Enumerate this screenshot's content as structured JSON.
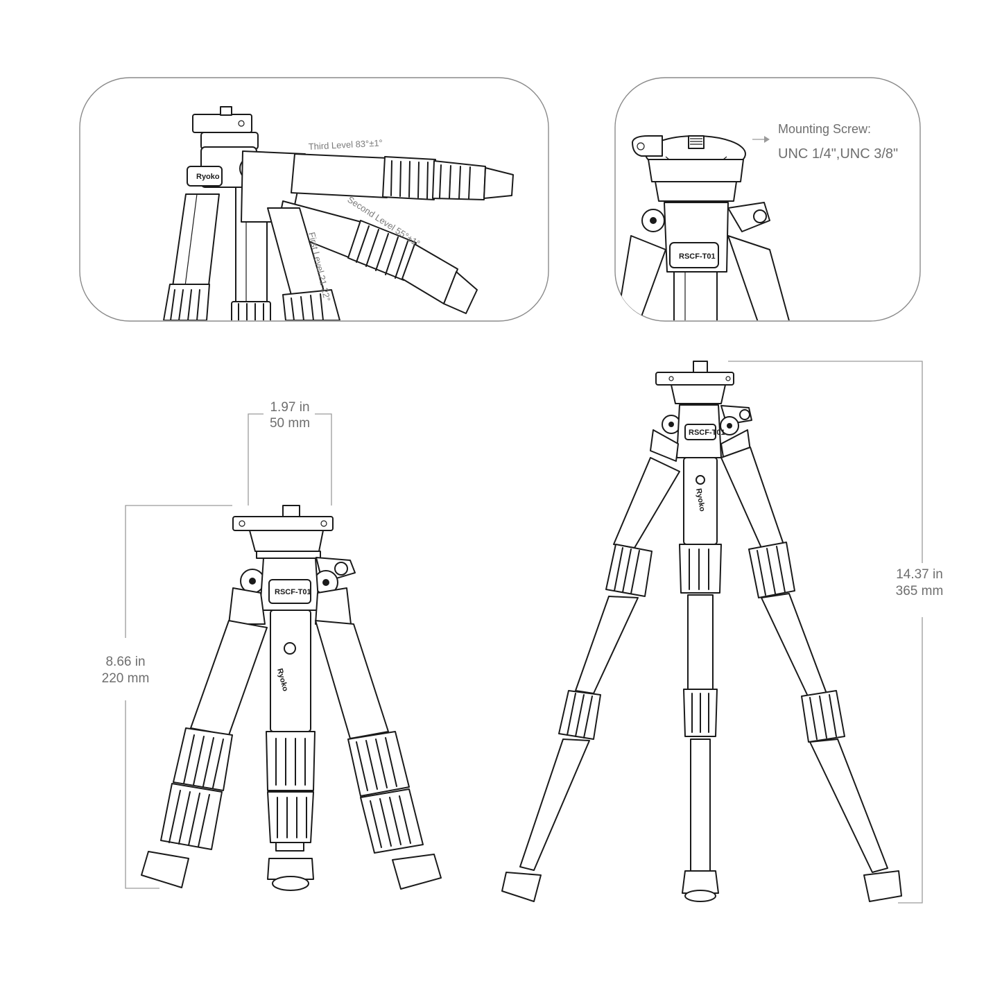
{
  "colors": {
    "line": "#1a1a1a",
    "annotation": "#7a7a7a",
    "panel_border": "#8a8a8a"
  },
  "angle_panel": {
    "third_level": "Third Level 83°±1°",
    "second_level": "Second Level 55°±1°",
    "first_level": "First Level 21-22°"
  },
  "mount_panel": {
    "title": "Mounting Screw:",
    "spec": "UNC 1/4\",UNC 3/8\"",
    "model_tag": "RSCF-T01"
  },
  "folded_tripod": {
    "width_in": "1.97 in",
    "width_mm": "50 mm",
    "height_in": "8.66 in",
    "height_mm": "220 mm",
    "model_tag": "RSCF-T01",
    "brand_mark": "Ryoko"
  },
  "extended_tripod": {
    "height_in": "14.37 in",
    "height_mm": "365 mm",
    "model_tag": "RSCF-T01",
    "brand_mark": "Ryoko"
  }
}
